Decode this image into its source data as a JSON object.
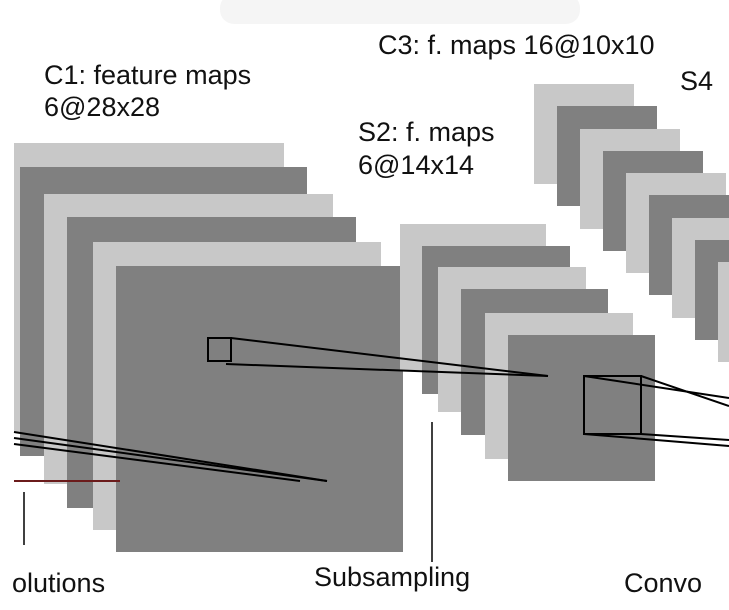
{
  "labels": {
    "c1_title": "C1: feature maps",
    "c1_sub": "6@28x28",
    "s2_title": "S2: f. maps",
    "s2_sub": "6@14x14",
    "c3_title": "C3: f. maps 16@10x10",
    "s4_title": "S4"
  },
  "operations": {
    "convolutions_left": "olutions",
    "subsampling": "Subsampling",
    "convolutions_right": "Convo"
  },
  "colors": {
    "dark_map": "#808080",
    "light_map": "#c8c8c8",
    "line": "#000000",
    "red_line": "#6b1b1b"
  }
}
